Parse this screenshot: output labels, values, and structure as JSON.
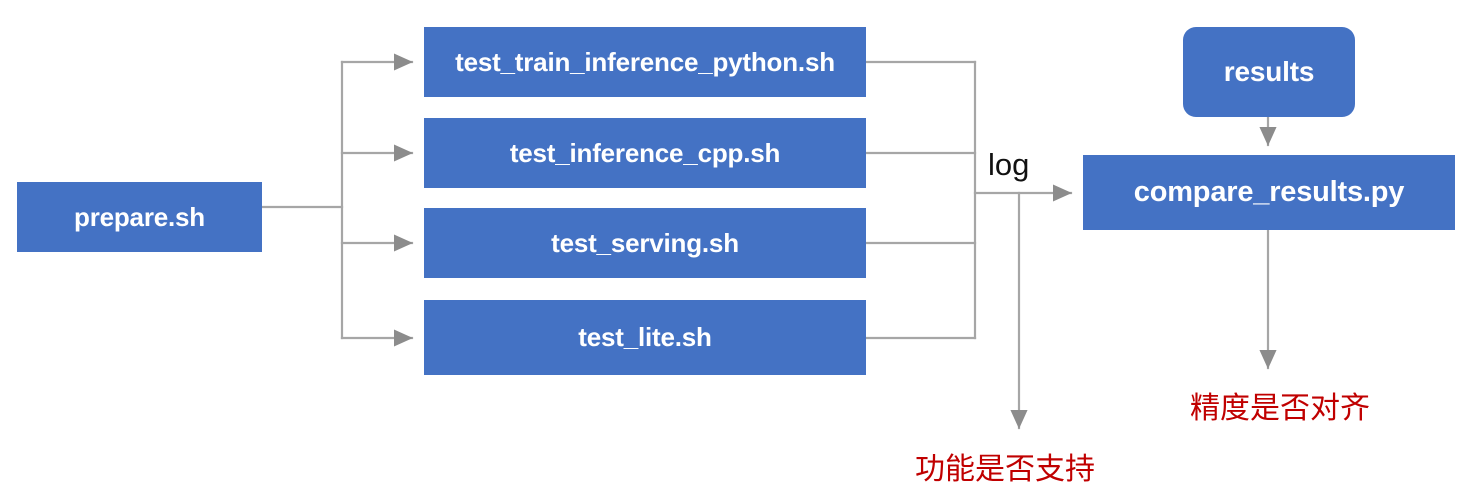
{
  "diagram": {
    "title": "PaddlePaddle TIPC test pipeline",
    "background": "#ffffff",
    "node_fill": "#4472C4",
    "node_text_color": "#ffffff",
    "connector_color": "#A6A6A6",
    "annotation_color": "#C00000",
    "nodes": {
      "prepare": "prepare.sh",
      "train_inference_python": "test_train_inference_python.sh",
      "inference_cpp": "test_inference_cpp.sh",
      "serving": "test_serving.sh",
      "lite": "test_lite.sh",
      "results": "results",
      "compare": "compare_results.py"
    },
    "edge_labels": {
      "log": "log"
    },
    "annotations": {
      "function_supported": "功能是否支持",
      "precision_aligned": "精度是否对齐"
    },
    "icons": {
      "arrowhead": "arrowhead-icon"
    }
  }
}
